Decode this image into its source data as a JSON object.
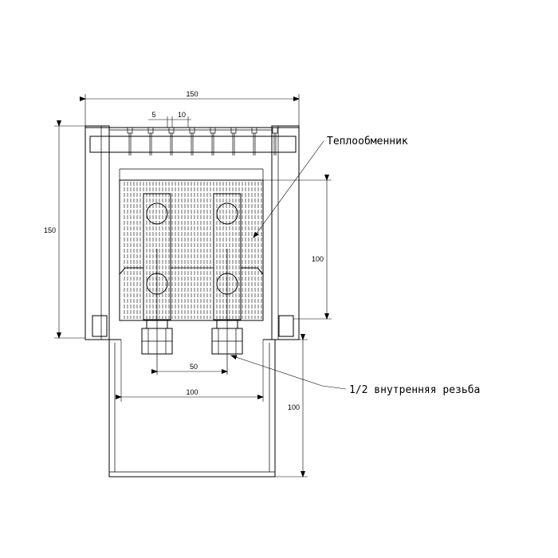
{
  "dimensions": {
    "overall_width": "150",
    "overall_height": "150",
    "fin_gap": "5",
    "fin_pitch": "10",
    "exchanger_height": "100",
    "pipe_spacing": "50",
    "connection_width": "100",
    "tray_height": "100"
  },
  "labels": {
    "heat_exchanger": "Теплообменник",
    "thread": "1/2 внутренняя резьба"
  }
}
